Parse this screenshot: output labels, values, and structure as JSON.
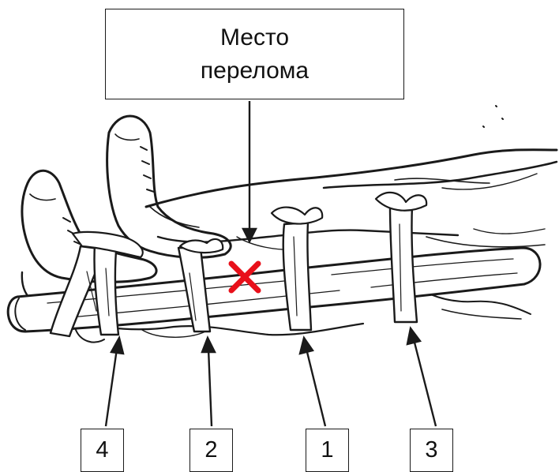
{
  "fracture_label": {
    "line1": "Место",
    "line2": "перелома"
  },
  "tie_labels": [
    "4",
    "2",
    "1",
    "3"
  ],
  "marker": {
    "icon": "cross-mark-icon",
    "color": "#e8101a"
  },
  "colors": {
    "ink": "#1a1a1a",
    "background": "#ffffff"
  }
}
